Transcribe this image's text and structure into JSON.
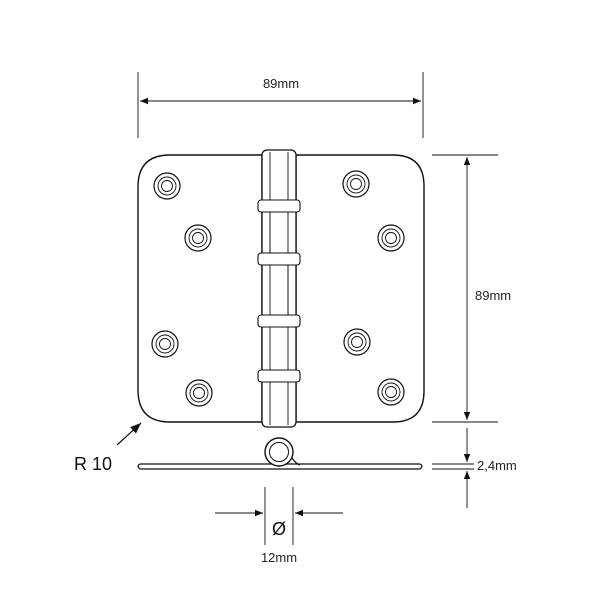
{
  "labels": {
    "width": "89mm",
    "height": "89mm",
    "thickness": "2,4mm",
    "radius": "R 10",
    "diameter_symbol": "Ø",
    "diameter": "12mm"
  }
}
